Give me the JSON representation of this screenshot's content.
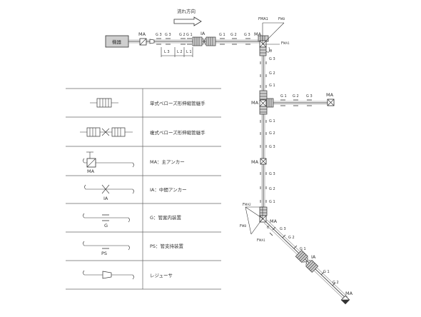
{
  "flow_label": "流れ方向",
  "equipment_label": "機器",
  "labels": {
    "MA": "MA",
    "IA": "IA",
    "G1": "G 1",
    "G2": "G 2",
    "G3": "G 3",
    "L1": "L 1",
    "L2": "L 2",
    "L3": "L 3",
    "F_MA": "F",
    "F_sub_MA1": "MA1",
    "F_sub_MA2": "MA2",
    "F_sub_MB": "MB",
    "F_sub_MB2": "MB",
    "angle": "θ"
  },
  "legend": [
    {
      "text": "単式ベローズ形伸縮管継手"
    },
    {
      "text": "複式ベローズ形伸縮管継手"
    },
    {
      "text": "MA：主アンカー",
      "symbol_label": "MA"
    },
    {
      "text": "IA：中間アンカー",
      "symbol_label": "IA"
    },
    {
      "text": "G：管案内装置",
      "symbol_label": "G"
    },
    {
      "text": "PS：管支持装置",
      "symbol_label": "PS"
    },
    {
      "text": "レジューサ"
    }
  ]
}
